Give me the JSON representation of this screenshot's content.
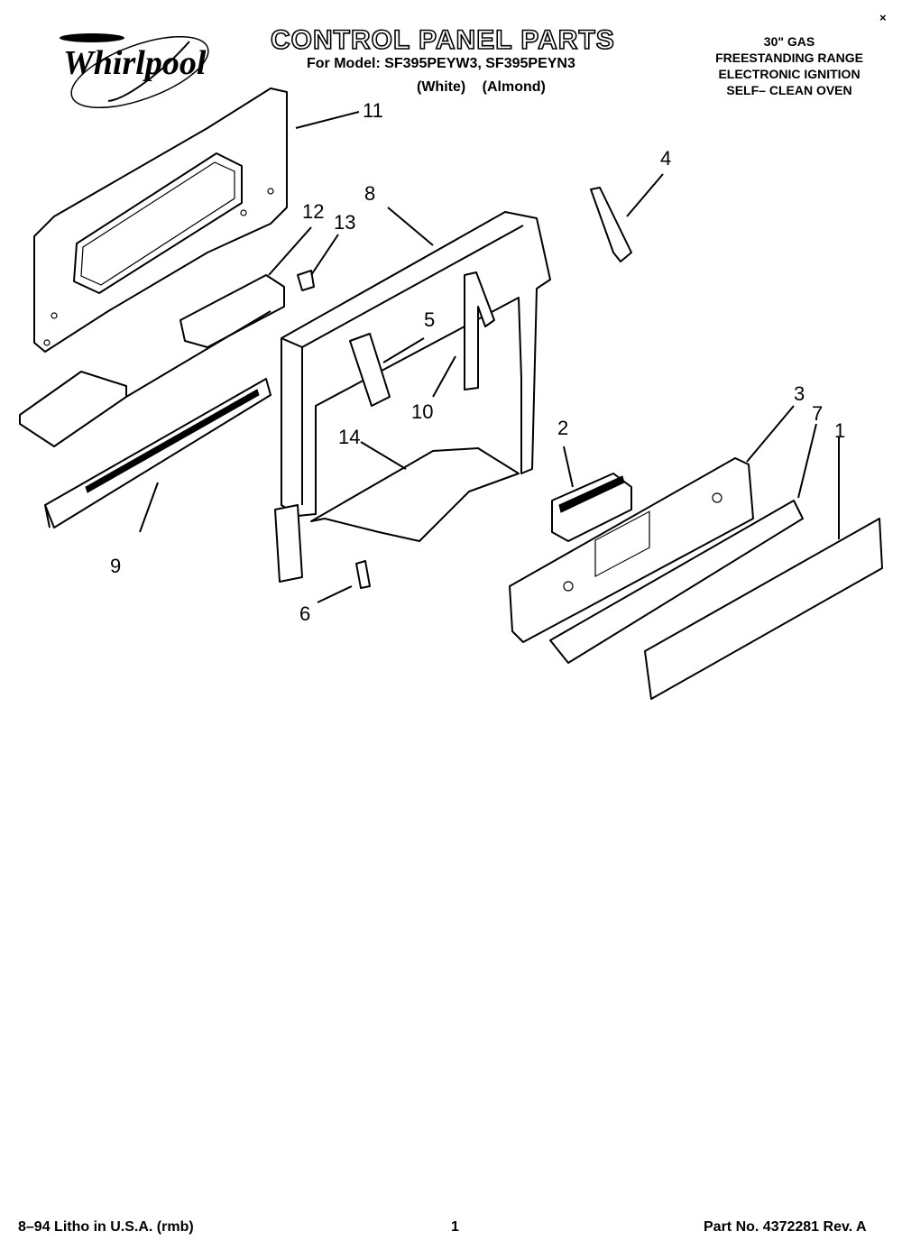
{
  "header": {
    "brand": "Whirlpool",
    "title": "CONTROL PANEL PARTS",
    "model_line": "For Model: SF395PEYW3, SF395PEYN3",
    "finish_line": "(White)   (Almond)",
    "spec_lines": [
      "30\" GAS",
      "FREESTANDING RANGE",
      "ELECTRONIC IGNITION",
      "SELF– CLEAN OVEN"
    ],
    "corner_mark": "×"
  },
  "callouts": [
    {
      "id": "1",
      "label": "1"
    },
    {
      "id": "2",
      "label": "2"
    },
    {
      "id": "3",
      "label": "3"
    },
    {
      "id": "4",
      "label": "4"
    },
    {
      "id": "5",
      "label": "5"
    },
    {
      "id": "6",
      "label": "6"
    },
    {
      "id": "7",
      "label": "7"
    },
    {
      "id": "8",
      "label": "8"
    },
    {
      "id": "9",
      "label": "9"
    },
    {
      "id": "10",
      "label": "10"
    },
    {
      "id": "11",
      "label": "11"
    },
    {
      "id": "12",
      "label": "12"
    },
    {
      "id": "13",
      "label": "13"
    },
    {
      "id": "14",
      "label": "14"
    }
  ],
  "footer": {
    "print_info": "8–94 Litho in U.S.A. (rmb)",
    "page_number": "1",
    "part_number": "Part No. 4372281 Rev. A"
  }
}
